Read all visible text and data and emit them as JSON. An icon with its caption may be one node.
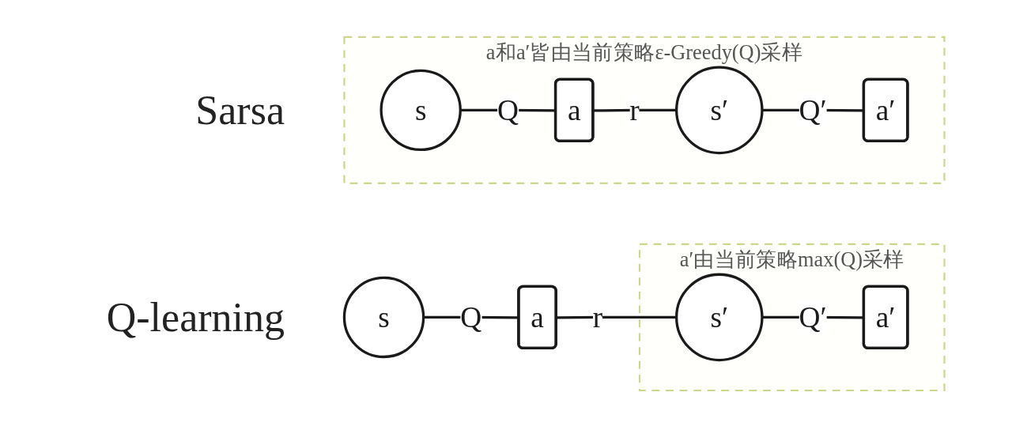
{
  "diagram": {
    "nodes": [
      {
        "text": [
          "a和a′皆由当前策略ε-Greedy(Q)采样"
        ]
      },
      {
        "text": [
          "s"
        ],
        "in": 0
      },
      {
        "text": [
          "a"
        ],
        "in": 0
      },
      {
        "text": [
          "s′"
        ],
        "in": 0
      },
      {
        "text": [
          "a′"
        ],
        "in": 0
      },
      {
        "text": [
          "s"
        ]
      },
      {
        "text": [
          "a"
        ]
      },
      {
        "text": [
          "a′由当前策略max(Q)采样"
        ]
      },
      {
        "text": [
          "s′"
        ],
        "in": 7
      },
      {
        "text": [
          "a′"
        ],
        "in": 7
      }
    ],
    "edges": [
      {
        "from": 1,
        "to": 2,
        "arrow": "none",
        "label": "Q"
      },
      {
        "from": 2,
        "to": 3,
        "arrow": "none",
        "label": "r"
      },
      {
        "from": 3,
        "to": 4,
        "arrow": "none",
        "label": "Q′"
      },
      {
        "from": 5,
        "to": 6,
        "arrow": "none",
        "label": "Q"
      },
      {
        "from": 6,
        "to": 8,
        "arrow": "none",
        "label": "r"
      },
      {
        "from": 8,
        "to": 9,
        "arrow": "none",
        "label": "Q′"
      }
    ],
    "labels": [
      "Sarsa",
      "Q-learning"
    ]
  }
}
